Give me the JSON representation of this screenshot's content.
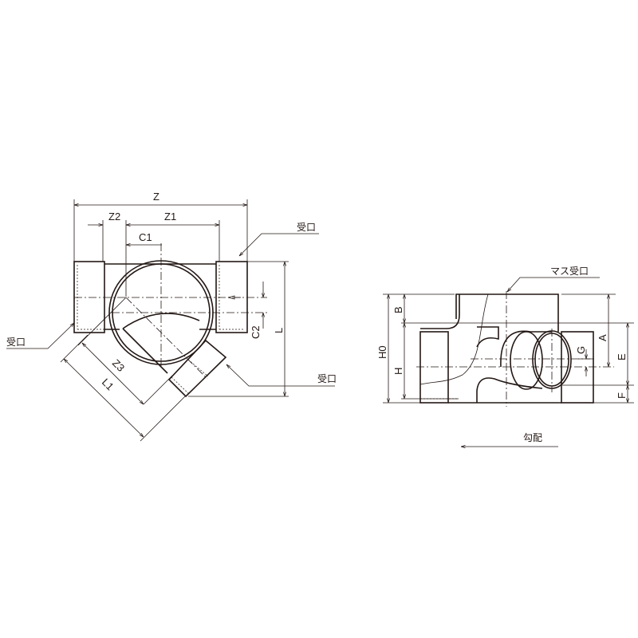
{
  "plan_view": {
    "dims": {
      "z": "Z",
      "z1": "Z1",
      "z2": "Z2",
      "z3": "Z3",
      "c1": "C1",
      "c2": "C2",
      "l": "L",
      "l1": "L1"
    },
    "labels": {
      "socket_top_right": "受口",
      "socket_left": "受口",
      "socket_branch": "受口"
    }
  },
  "side_view": {
    "dims": {
      "ho": "H0",
      "b": "B",
      "h": "H",
      "a": "A",
      "e": "E",
      "f": "F",
      "g": "G"
    },
    "labels": {
      "mass_socket": "マス受口",
      "slope": "勾配"
    }
  },
  "colors": {
    "line": "#231815"
  }
}
